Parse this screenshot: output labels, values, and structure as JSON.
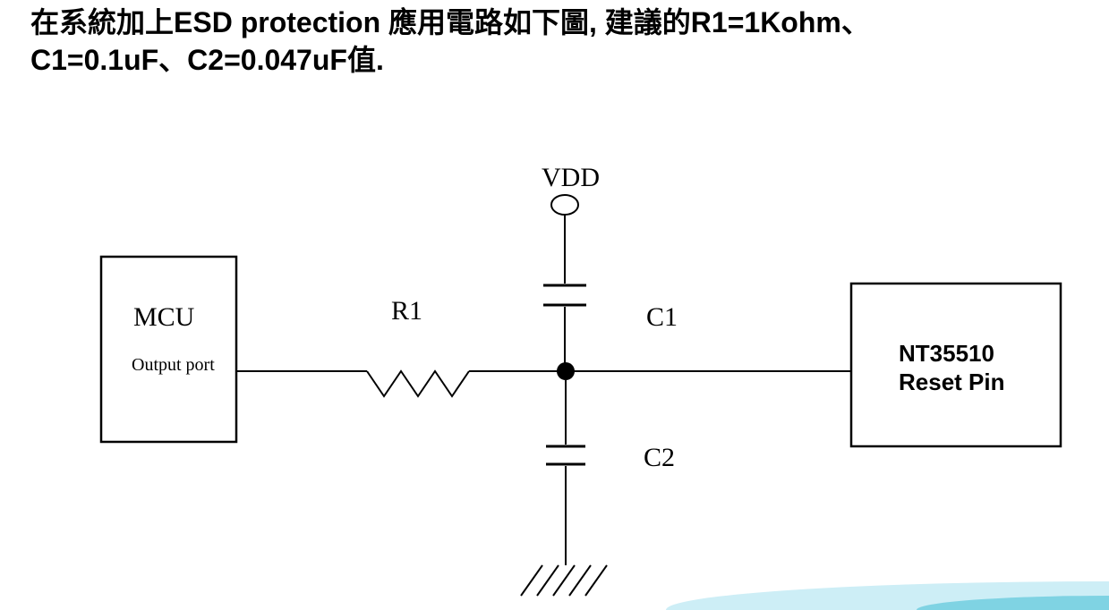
{
  "title": {
    "line1": "在系統加上ESD protection 應用電路如下圖, 建議的R1=1Kohm、",
    "line2": "C1=0.1uF、C2=0.047uF值."
  },
  "diagram": {
    "vdd_label": "VDD",
    "r1_label": "R1",
    "c1_label": "C1",
    "c2_label": "C2",
    "mcu_box": {
      "title": "MCU",
      "port_label": "Output port"
    },
    "ic_box": {
      "line1": "NT35510",
      "line2": "Reset Pin"
    }
  },
  "colors": {
    "diagram_stroke": "#000000",
    "corner_accent_light": "#cdeef6",
    "corner_accent_teal": "#7fd3e3"
  }
}
